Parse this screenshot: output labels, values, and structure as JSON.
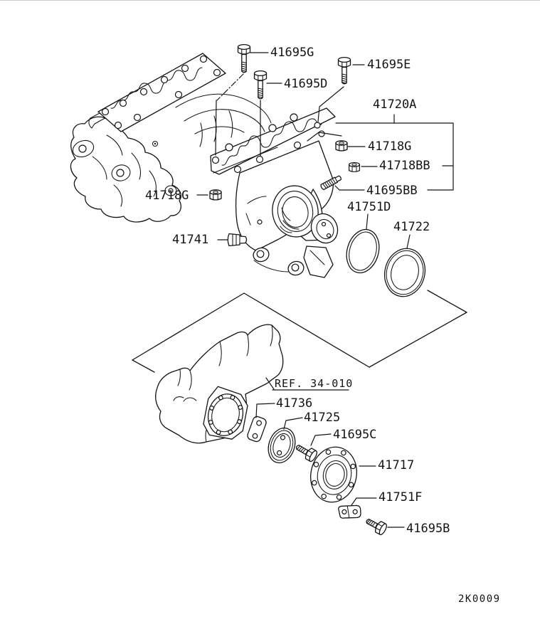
{
  "doc": {
    "background_color": "#ffffff",
    "line_color": "#141414",
    "figure_code": "2K0009",
    "ref_label": "REF. 34-010"
  },
  "callouts": {
    "c41695G": "41695G",
    "c41695E": "41695E",
    "c41695D": "41695D",
    "c41720A": "41720A",
    "c41718G_right": "41718G",
    "c41718BB": "41718BB",
    "c41695BB": "41695BB",
    "c41751D": "41751D",
    "c41722": "41722",
    "c41718G_left": "41718G",
    "c41741": "41741",
    "c41736": "41736",
    "c41725": "41725",
    "c41695C": "41695C",
    "c41717": "41717",
    "c41751F": "41751F",
    "c41695B": "41695B"
  }
}
